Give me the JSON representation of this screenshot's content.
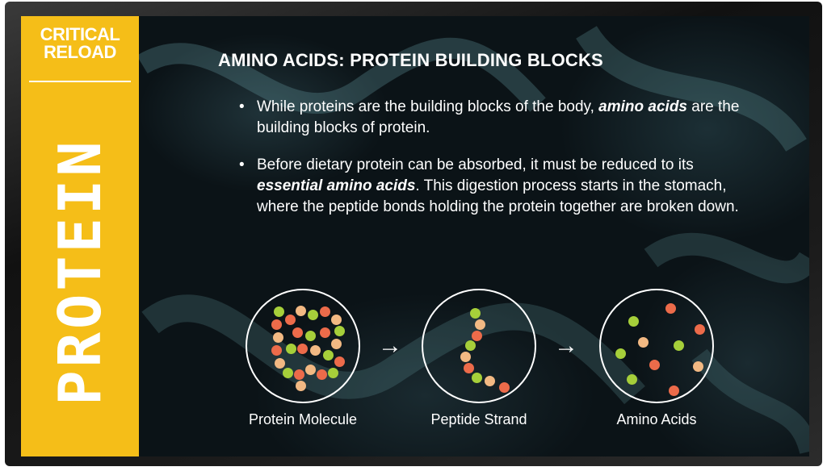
{
  "logo": {
    "line1": "CRITICAL",
    "line2": "RELOAD"
  },
  "sidebar": {
    "vertical_label": "PROTEIN"
  },
  "slide": {
    "title": "AMINO ACIDS: PROTEIN BUILDING BLOCKS",
    "bullets": [
      {
        "part1": "While proteins are the building blocks of the body, ",
        "emphasis": "amino acids",
        "part2": " are the building blocks of protein."
      },
      {
        "part1": "Before dietary protein can be absorbed, it must be reduced to its ",
        "emphasis": "essential amino acids",
        "part2": ". This digestion process starts in the stomach, where the peptide bonds holding the protein together are broken down."
      }
    ]
  },
  "diagram": {
    "stages": [
      {
        "label": "Protein Molecule",
        "icon": "protein-molecule-icon"
      },
      {
        "label": "Peptide Strand",
        "icon": "peptide-strand-icon"
      },
      {
        "label": "Amino Acids",
        "icon": "amino-acids-icon"
      }
    ],
    "arrow_icon": "arrow-right-icon",
    "dot_colors": {
      "green": "#a6cf3a",
      "orange": "#ec6b4a",
      "peach": "#f2b983"
    }
  },
  "colors": {
    "accent": "#f5be18",
    "text": "#ffffff",
    "background": "#0b1317"
  }
}
